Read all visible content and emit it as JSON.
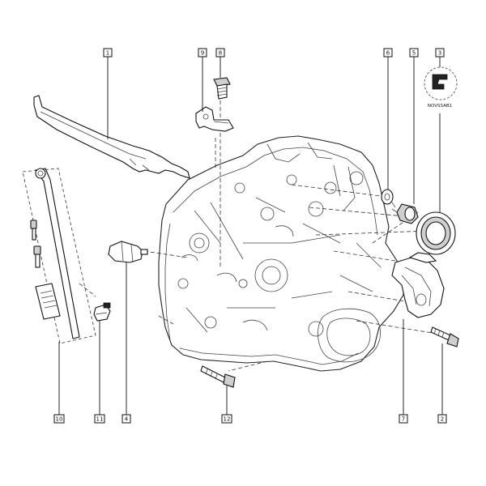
{
  "callouts": [
    {
      "id": "c1",
      "label": "1"
    },
    {
      "id": "c2",
      "label": "2"
    },
    {
      "id": "c3",
      "label": "3"
    },
    {
      "id": "c4",
      "label": "4"
    },
    {
      "id": "c5",
      "label": "5"
    },
    {
      "id": "c6",
      "label": "6"
    },
    {
      "id": "c7",
      "label": "7"
    },
    {
      "id": "c8",
      "label": "8"
    },
    {
      "id": "c9",
      "label": "9"
    },
    {
      "id": "c10",
      "label": "10"
    },
    {
      "id": "c11",
      "label": "11"
    },
    {
      "id": "c12",
      "label": "12"
    }
  ],
  "note": {
    "text": "NOVSSAB1"
  }
}
